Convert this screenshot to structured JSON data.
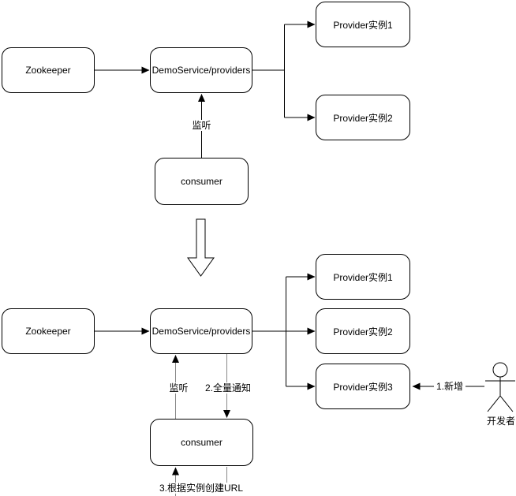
{
  "top_section": {
    "zookeeper": "Zookeeper",
    "registry": "DemoService/providers",
    "provider1": "Provider实例1",
    "provider2": "Provider实例2",
    "consumer": "consumer",
    "listen_label": "监听"
  },
  "transition": {
    "icon": "down-block-arrow"
  },
  "bottom_section": {
    "zookeeper": "Zookeeper",
    "registry": "DemoService/providers",
    "provider1": "Provider实例1",
    "provider2": "Provider实例2",
    "provider3": "Provider实例3",
    "consumer": "consumer",
    "listen_label": "监听",
    "notify_label": "2.全量通知",
    "add_label": "1.新增",
    "create_url_label": "3.根据实例创建URL",
    "developer_label": "开发者",
    "developer_icon": "stick-figure-actor"
  },
  "colors": {
    "stroke": "#000000",
    "soft_stroke": "#888888",
    "node_fill": "#ffffff",
    "background": "#ffffff",
    "text": "#000000"
  }
}
